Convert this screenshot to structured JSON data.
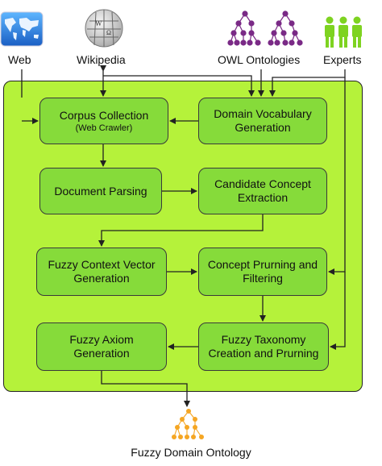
{
  "sources": {
    "web": "Web",
    "wikipedia": "Wikipedia",
    "owl": "OWL Ontologies",
    "experts": "Experts"
  },
  "boxes": {
    "corpus_collection": {
      "title": "Corpus Collection",
      "sub": "(Web Crawler)"
    },
    "domain_vocabulary": {
      "line1": "Domain Vocabulary",
      "line2": "Generation"
    },
    "document_parsing": {
      "line1": "Document Parsing"
    },
    "candidate_concept": {
      "line1": "Candidate Concept",
      "line2": "Extraction"
    },
    "fuzzy_context": {
      "line1": "Fuzzy Context Vector",
      "line2": "Generation"
    },
    "concept_pruning": {
      "line1": "Concept Prurning and",
      "line2": "Filtering"
    },
    "fuzzy_axiom": {
      "line1": "Fuzzy Axiom",
      "line2": "Generation"
    },
    "fuzzy_taxonomy": {
      "line1": "Fuzzy Taxonomy",
      "line2": "Creation and Prurning"
    }
  },
  "output": {
    "label": "Fuzzy Domain Ontology"
  },
  "colors": {
    "panel": "#b5f23a",
    "box": "#86db3a",
    "owl_nodes": "#7a2a86",
    "experts": "#7ed321",
    "output_nodes": "#f5a623"
  }
}
